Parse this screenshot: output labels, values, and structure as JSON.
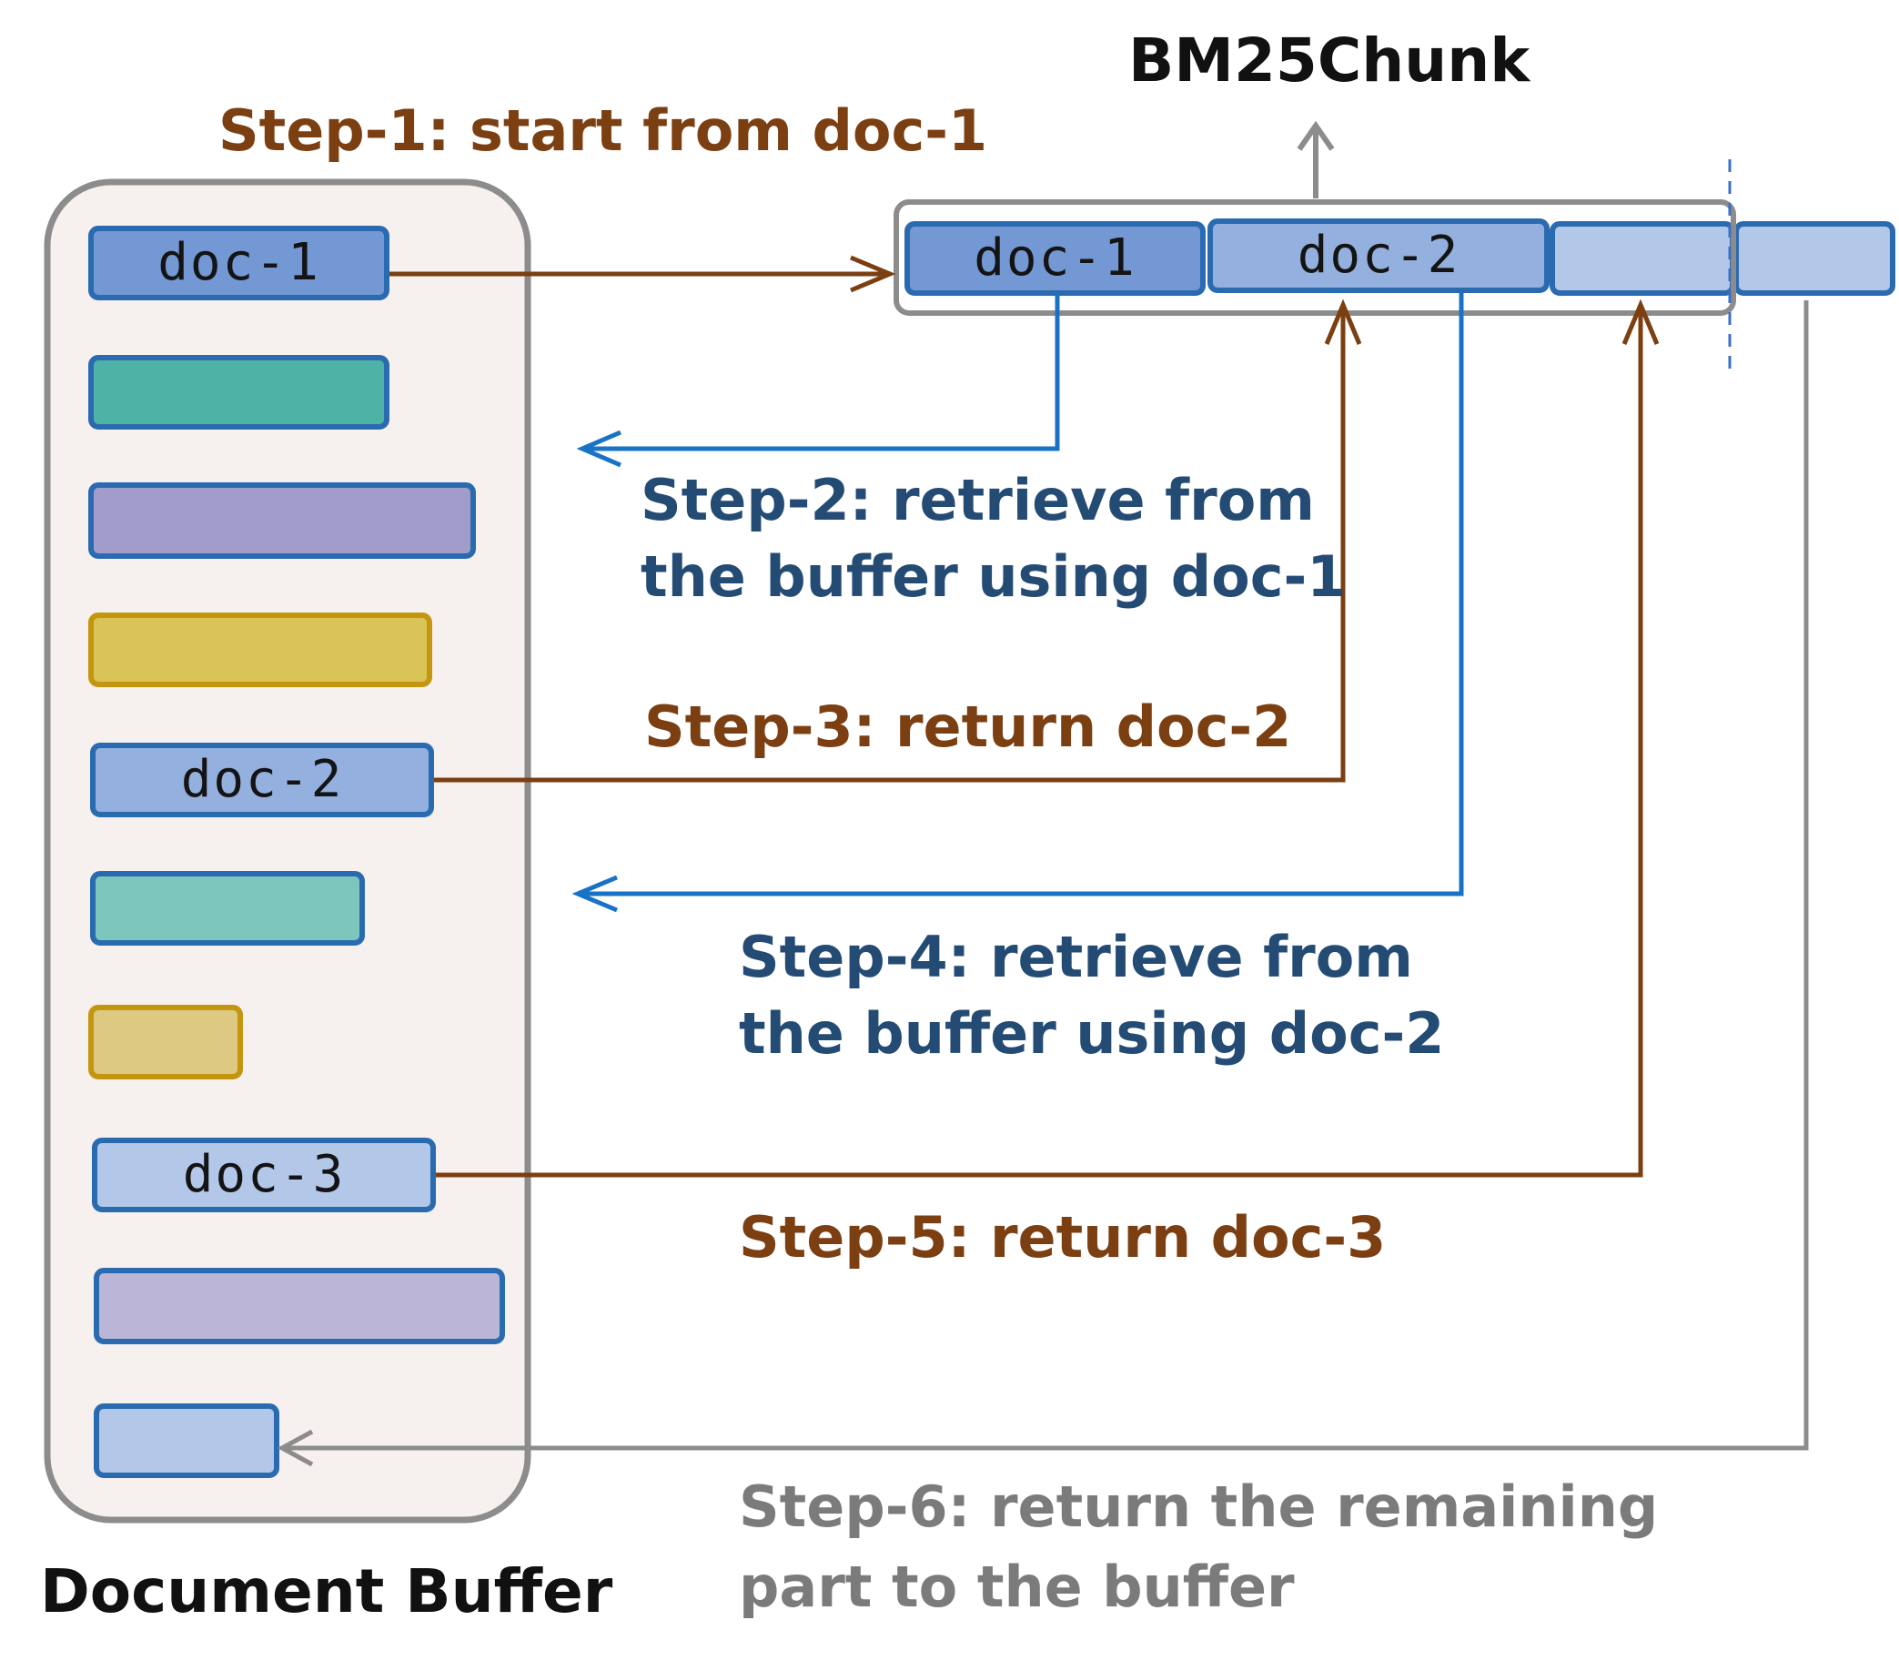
{
  "chunk": {
    "title": "BM25Chunk",
    "docs": [
      "doc-1",
      "doc-2"
    ]
  },
  "buffer": {
    "title": "Document Buffer",
    "doc_labels": [
      "doc-1",
      "doc-2",
      "doc-3"
    ]
  },
  "steps": {
    "step1": "Step-1:  start from doc-1",
    "step2": [
      "Step-2:  retrieve from",
      "the buffer using doc-1"
    ],
    "step3": "Step-3:  return doc-2",
    "step4": [
      "Step-4:  retrieve from",
      "the buffer using doc-2"
    ],
    "step5": "Step-5:  return doc-3",
    "step6": [
      "Step-6: return the remaining",
      "part to the buffer"
    ]
  },
  "colors": {
    "brown": "#7b3f12",
    "blue": "#1873c7",
    "gray": "#888888",
    "doc1": "#7398d3",
    "doc2": "#93b0de",
    "doc3": "#b3c7e8",
    "teal": "#4fb2a6",
    "lavender": "#a29cca",
    "mustard": "#dbc457"
  }
}
